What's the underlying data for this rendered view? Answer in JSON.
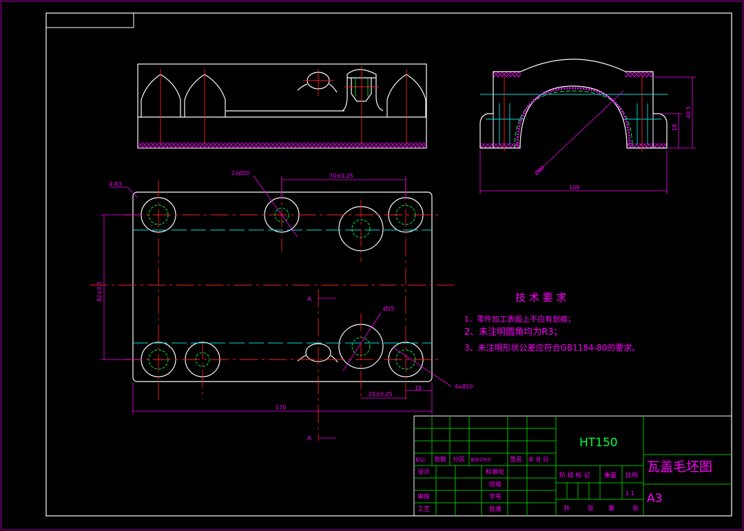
{
  "colors": {
    "background": "#000000",
    "outline": "#ffffff",
    "centerline": "#ff2020",
    "hidden": "#00e5e5",
    "dimension": "#ff00ff",
    "thread": "#00ff40",
    "hatch": "#ff00ff",
    "titleblock": "#00c000"
  },
  "dimensions": {
    "radius_corners": "4-R3",
    "holes_top": "2xØ20",
    "hole_spacing": "70±0.25",
    "thread_dia": "Ø25",
    "holes_corner": "4xØ20",
    "offset_25": "25±0.25",
    "offset_15": "15",
    "width_total": "170",
    "height_side": "82±0.5",
    "section_label_top": "A",
    "section_label_bottom": "A",
    "arc_dia": "Ø90",
    "side_width": "108",
    "side_height": "40.5",
    "side_small": "18"
  },
  "tech": {
    "title": "技 术 要 求",
    "line1": "1、零件加工表面上不应有划痕；",
    "line2": "2、未注明圆角均为R3；",
    "line3": "3、未注明形状公差应符合GB1184-80的要求。"
  },
  "titleblock": {
    "material": "HT150",
    "part_name": "瓦盖毛坯图",
    "sheet_size": "A3",
    "scale": "1:1",
    "h_mark": "标记",
    "h_count": "处数",
    "h_zone": "分区",
    "h_doc": "更改文件号",
    "h_sign": "签名",
    "h_date": "年 月 日",
    "r_design": "设计",
    "r_std": "标准化",
    "r_class": "班级",
    "r_review": "审核",
    "r_id": "学号",
    "r_process": "工艺",
    "r_approve": "批准",
    "c_stage": "阶 段 标 记",
    "c_weight": "重量",
    "c_ratio": "比例",
    "c_total": "共",
    "c_sheet": "张",
    "c_no": "第",
    "c_sheet2": "张"
  }
}
